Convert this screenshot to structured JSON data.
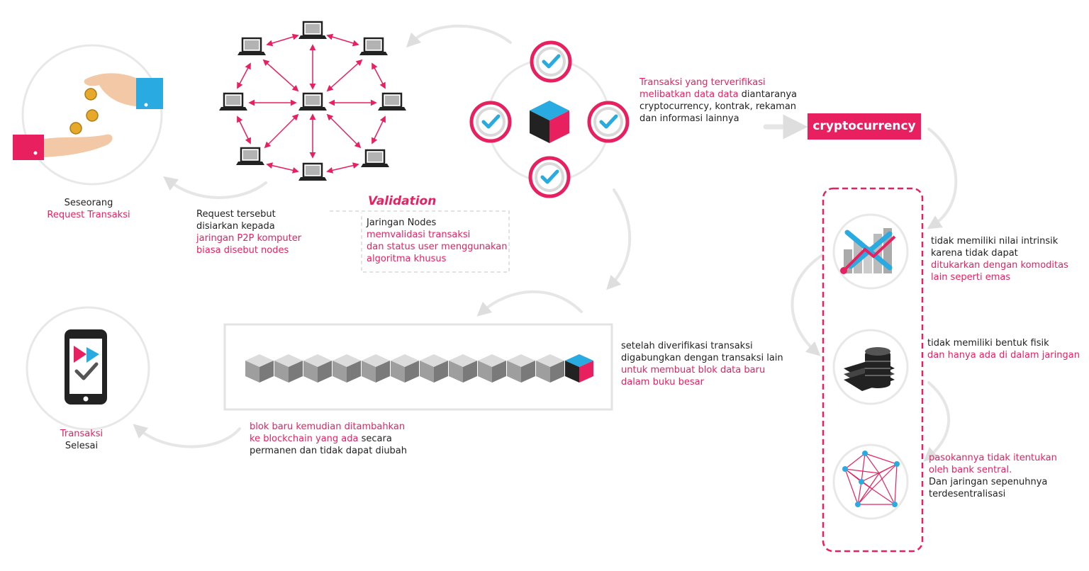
{
  "colors": {
    "accent": "#e8205f",
    "blue": "#29abe2",
    "gray": "#e6e6e6",
    "dark": "#222222"
  },
  "request": {
    "line1": "Seseorang",
    "line2": "Request Transaksi"
  },
  "broadcast": {
    "line1": "Request tersebut",
    "line2": "disiarkan kepada",
    "line3": "jaringan P2P komputer",
    "line4": "biasa disebut nodes"
  },
  "validation": {
    "title": "Validation",
    "line1": "Jaringan Nodes",
    "line2": "memvalidasi transaksi",
    "line3": "dan status user menggunakan",
    "line4": "algoritma khusus"
  },
  "verified": {
    "line1": "Transaksi yang  terverifikasi",
    "line2a": "melibatkan data data",
    "line2b": " diantaranya",
    "line3": "cryptocurrency, kontrak, rekaman",
    "line4": "dan informasi lainnya"
  },
  "crypto": {
    "label": "cryptocurrency"
  },
  "combined": {
    "line1": "setelah diverifikasi transaksi",
    "line2": "digabungkan dengan transaksi lain",
    "line3": "untuk membuat blok data baru",
    "line4": "dalam buku besar"
  },
  "added": {
    "line1": "blok baru kemudian ditambahkan",
    "line2a": "ke blockchain yang ada",
    "line2b": " secara",
    "line3": "permanen dan tidak dapat diubah"
  },
  "done": {
    "line1": "Transaksi",
    "line2": "Selesai"
  },
  "feature1": {
    "line1": "tidak memiliki nilai intrinsik",
    "line2": "karena tidak dapat",
    "line3": "ditukarkan dengan komoditas",
    "line4": "lain seperti emas"
  },
  "feature2": {
    "line1": "tidak memiliki bentuk fisik",
    "line2": "dan hanya ada di dalam jaringan"
  },
  "feature3": {
    "line1": "pasokannya tidak itentukan",
    "line2": "oleh bank sentral.",
    "line3": "Dan jaringan sepenuhnya",
    "line4": "terdesentralisasi"
  },
  "icons": [
    "coin-hand-icon",
    "laptop-icon",
    "check-icon",
    "cube-icon",
    "chart-icon",
    "coin-stack-icon",
    "network-icon",
    "phone-icon"
  ]
}
